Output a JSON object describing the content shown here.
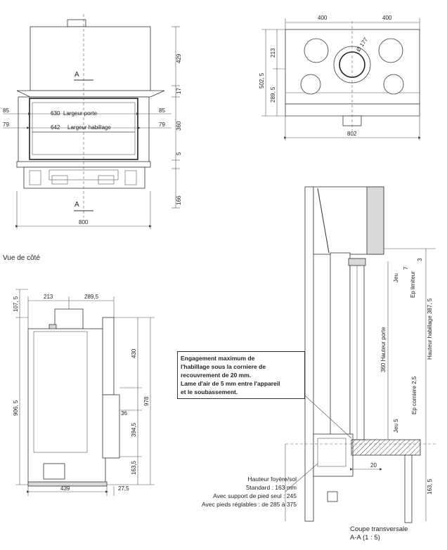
{
  "front_view": {
    "dim_top_height": "429",
    "dim_seventeen": "17",
    "dim_door_height": "360",
    "dim_five": "5",
    "dim_bottom_height": "166",
    "dim_total_width": "800",
    "dim_left_85": "85",
    "dim_right_85": "85",
    "dim_left_79": "79",
    "dim_right_79": "79",
    "door_width_value": "630",
    "door_width_label": "Largeur porte",
    "trim_width_value": "642",
    "trim_width_label": "Largeur habillage",
    "section_mark": "A"
  },
  "top_view": {
    "dim_left_400": "400",
    "dim_right_400": "400",
    "dim_213": "213",
    "dim_502_5": "502, 5",
    "dim_289_5": "289, 5",
    "dim_802": "802",
    "dim_diameter": "Ø 177"
  },
  "side_view": {
    "title": "Vue de côté",
    "dim_107_5": "107, 5",
    "dim_213": "213",
    "dim_289_5": "289,5",
    "dim_906_5": "906, 5",
    "dim_430": "430",
    "dim_978": "978",
    "dim_36": "36",
    "dim_394_5": "394,5",
    "dim_163_5": "163,5",
    "dim_439": "439",
    "dim_27_5": "27,5"
  },
  "section_view": {
    "note_lines": [
      "Engagement maximum de",
      "l'habillage sous la corniere de",
      "recouvrement de 20 mm.",
      "Lame d'air de 5 mm entre l'appareil",
      "et le soubassement."
    ],
    "hearth_lines": [
      "Hauteur foyère/sol",
      "Standard : 163 mm",
      "Avec support de pied seul : 245",
      "Avec pieds réglables : de 285 à 375"
    ],
    "caption_line1": "Coupe transversale",
    "caption_line2": "A-A (1 : 5)",
    "dim_3": "3",
    "dim_7": "7",
    "label_jeu_top": "Jeu",
    "label_ep_limiteur": "Ep limiteur",
    "label_hauteur_habillage": "Hauteur habillage 387, 5",
    "label_hauteur_porte": "360 Hauteur porte",
    "label_ep_corniere": "Ep corniere  2,5",
    "label_jeu_bottom": "Jeu 5",
    "dim_20": "20",
    "dim_163_5": "163, 5"
  }
}
